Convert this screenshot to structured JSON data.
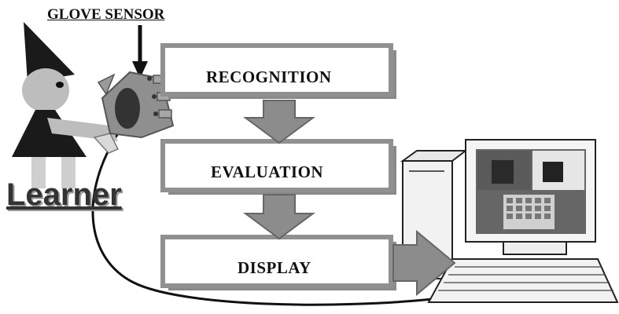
{
  "labels": {
    "glove_sensor": "GLOVE SENSOR",
    "learner": "Learner",
    "recognition": "RECOGNITION",
    "evaluation": "EVALUATION",
    "display": "DISPLAY"
  },
  "icons": [
    "learner-figure-icon",
    "glove-hand-icon",
    "computer-monitor-icon",
    "keyboard-icon",
    "arrow-down-icon",
    "arrow-right-icon"
  ],
  "colors": {
    "box_fill": "#ffffff",
    "box_border": "#909090",
    "arrow_fill": "#8c8c8c",
    "figure_dark": "#1a1a1a"
  }
}
